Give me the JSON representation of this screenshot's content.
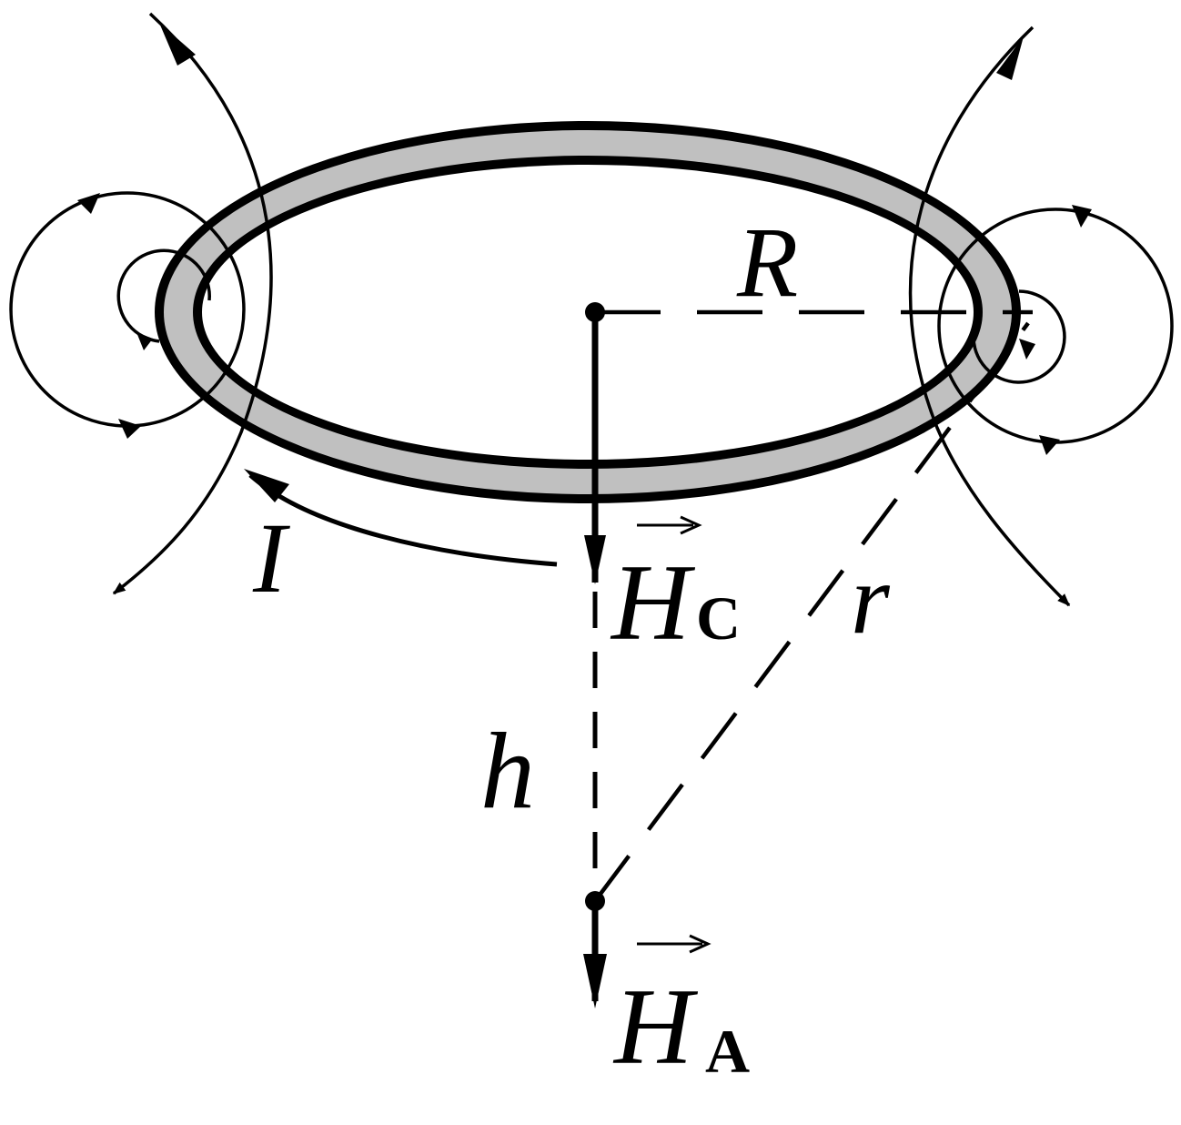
{
  "diagram": {
    "labels": {
      "radius": "R",
      "current": "I",
      "height": "h",
      "distance": "r",
      "field_center": "H",
      "field_center_sub": "C",
      "field_point": "H",
      "field_point_sub": "A"
    },
    "colors": {
      "ring_fill": "#c0c0c0",
      "ink": "#000000",
      "background": "#ffffff"
    }
  }
}
